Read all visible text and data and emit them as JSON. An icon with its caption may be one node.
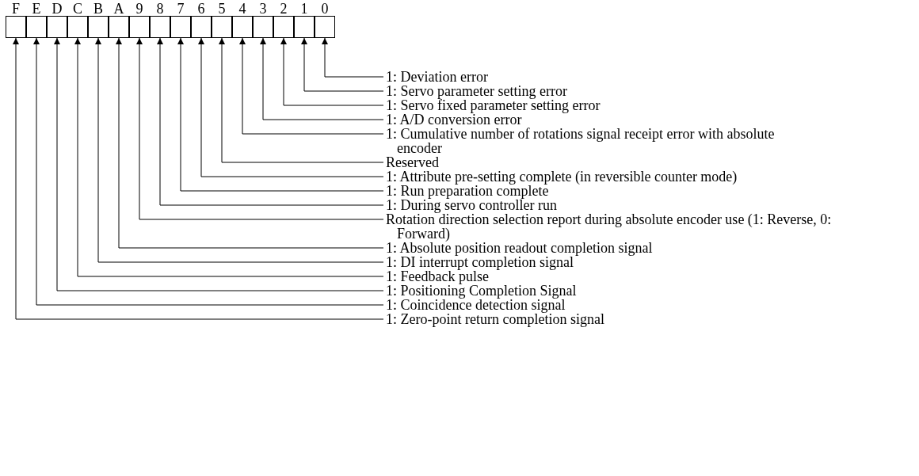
{
  "diagram": {
    "nodes": [
      {
        "text": [
          "F"
        ]
      },
      {
        "text": [
          "E"
        ]
      },
      {
        "text": [
          "D"
        ]
      },
      {
        "text": [
          "C"
        ]
      },
      {
        "text": [
          "B"
        ]
      },
      {
        "text": [
          "A"
        ]
      },
      {
        "text": [
          "9"
        ]
      },
      {
        "text": [
          "8"
        ]
      },
      {
        "text": [
          "7"
        ]
      },
      {
        "text": [
          "6"
        ]
      },
      {
        "text": [
          "5"
        ]
      },
      {
        "text": [
          "4"
        ]
      },
      {
        "text": [
          "3"
        ]
      },
      {
        "text": [
          "2"
        ]
      },
      {
        "text": [
          "1"
        ]
      },
      {
        "text": [
          "0"
        ]
      },
      {
        "text": [
          "1: Deviation error"
        ]
      },
      {
        "text": [
          "1: Servo parameter setting error"
        ]
      },
      {
        "text": [
          "1: Servo fixed parameter setting error"
        ]
      },
      {
        "text": [
          "1: A/D conversion error"
        ]
      },
      {
        "text": [
          "1: Cumulative number of rotations signal receipt error with absolute encoder"
        ]
      },
      {
        "text": [
          "Reserved"
        ]
      },
      {
        "text": [
          "1: Attribute pre-setting complete (in reversible counter mode)"
        ]
      },
      {
        "text": [
          "1: Run preparation complete"
        ]
      },
      {
        "text": [
          "1: During servo controller run"
        ]
      },
      {
        "text": [
          "Rotation direction selection report during absolute encoder use (1: Reverse, 0: Forward)"
        ]
      },
      {
        "text": [
          "1: Absolute position readout completion signal"
        ]
      },
      {
        "text": [
          "1: DI  interrupt completion signal"
        ]
      },
      {
        "text": [
          "1: Feedback pulse"
        ]
      },
      {
        "text": [
          "1: Positioning Completion Signal"
        ]
      },
      {
        "text": [
          "1: Coincidence detection signal"
        ]
      },
      {
        "text": [
          "1: Zero-point return completion signal"
        ]
      }
    ],
    "edges": [
      {
        "from": 16,
        "to": 15,
        "arrow": "to"
      },
      {
        "from": 17,
        "to": 14,
        "arrow": "to"
      },
      {
        "from": 18,
        "to": 13,
        "arrow": "to"
      },
      {
        "from": 19,
        "to": 12,
        "arrow": "to"
      },
      {
        "from": 20,
        "to": 11,
        "arrow": "to"
      },
      {
        "from": 21,
        "to": 10,
        "arrow": "to"
      },
      {
        "from": 22,
        "to": 9,
        "arrow": "to"
      },
      {
        "from": 23,
        "to": 8,
        "arrow": "to"
      },
      {
        "from": 24,
        "to": 7,
        "arrow": "to"
      },
      {
        "from": 25,
        "to": 6,
        "arrow": "to"
      },
      {
        "from": 26,
        "to": 5,
        "arrow": "to"
      },
      {
        "from": 27,
        "to": 4,
        "arrow": "to"
      },
      {
        "from": 28,
        "to": 3,
        "arrow": "to"
      },
      {
        "from": 29,
        "to": 2,
        "arrow": "to"
      },
      {
        "from": 30,
        "to": 1,
        "arrow": "to"
      },
      {
        "from": 31,
        "to": 0,
        "arrow": "to"
      }
    ]
  }
}
